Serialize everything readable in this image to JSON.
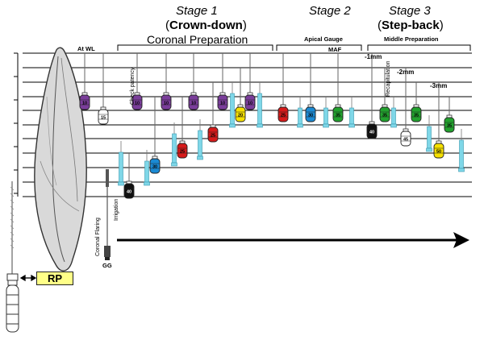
{
  "stages": [
    {
      "title": "Stage 1",
      "subtitle": "Crown-down"
    },
    {
      "title": "Stage 2"
    },
    {
      "title": "Stage 3",
      "subtitle": "Step-back"
    }
  ],
  "sections": {
    "coronal": "Coronal Preparation",
    "apical_gauge": "Apical Gauge",
    "maf": "MAF",
    "middle": "Middle Preparation"
  },
  "labels": {
    "at_wl": "At WL",
    "check_patency": "Check patency",
    "recapitulation": "Recapitulation",
    "irrigation": "Irrigation",
    "coronal_flaring": "Coronal Flaring",
    "gg": "GG",
    "rp": "RP",
    "mm1": "-1mm",
    "mm2": "-2mm",
    "mm3": "-3mm"
  },
  "file_sizes": {
    "s10": "10",
    "s15": "15",
    "s20": "20",
    "s25": "25",
    "s30": "30",
    "s35": "35",
    "s40": "40",
    "s45": "45",
    "s50": "50"
  },
  "colors": {
    "size10": "#7a3d9a",
    "size15": "#ffffff",
    "size20": "#f5e000",
    "size25": "#d61a1a",
    "size30": "#1a8ad4",
    "size35": "#22a22e",
    "size40": "#111111",
    "size45": "#ffffff",
    "size50": "#f5e000",
    "syringe": "#7fd7e8",
    "rp_box": "#ffff88",
    "arrow": "#000000"
  }
}
